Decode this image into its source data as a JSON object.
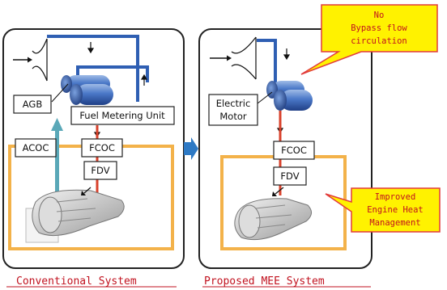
{
  "conventional": {
    "caption": "Conventional System",
    "agb_label": "AGB",
    "fmu_label": "Fuel Metering Unit",
    "acoc_label": "ACOC",
    "fcoc_label": "FCOC",
    "fdv_label": "FDV"
  },
  "proposed": {
    "caption": "Proposed MEE System",
    "motor_label_line1": "Electric",
    "motor_label_line2": "Motor",
    "fcoc_label": "FCOC",
    "fdv_label": "FDV"
  },
  "callouts": {
    "bypass": [
      "No",
      "Bypass flow",
      "circulation"
    ],
    "heat": [
      "Improved",
      "Engine Heat",
      "Management"
    ]
  },
  "colors": {
    "fuel_blue": "#2f5fb3",
    "oil_orange": "#f3b24a",
    "fuel_red": "#d8412b",
    "air_teal": "#5aa8b8",
    "callout_fill": "#fff200",
    "callout_text": "#c1121f",
    "panel_border": "#222222",
    "transition_arrow": "#2d79c4"
  },
  "icons": [
    "inlet-arrow-icon",
    "fuel-pump-icon",
    "flow-arrow-icon",
    "jet-engine-icon",
    "transition-arrow-icon"
  ]
}
